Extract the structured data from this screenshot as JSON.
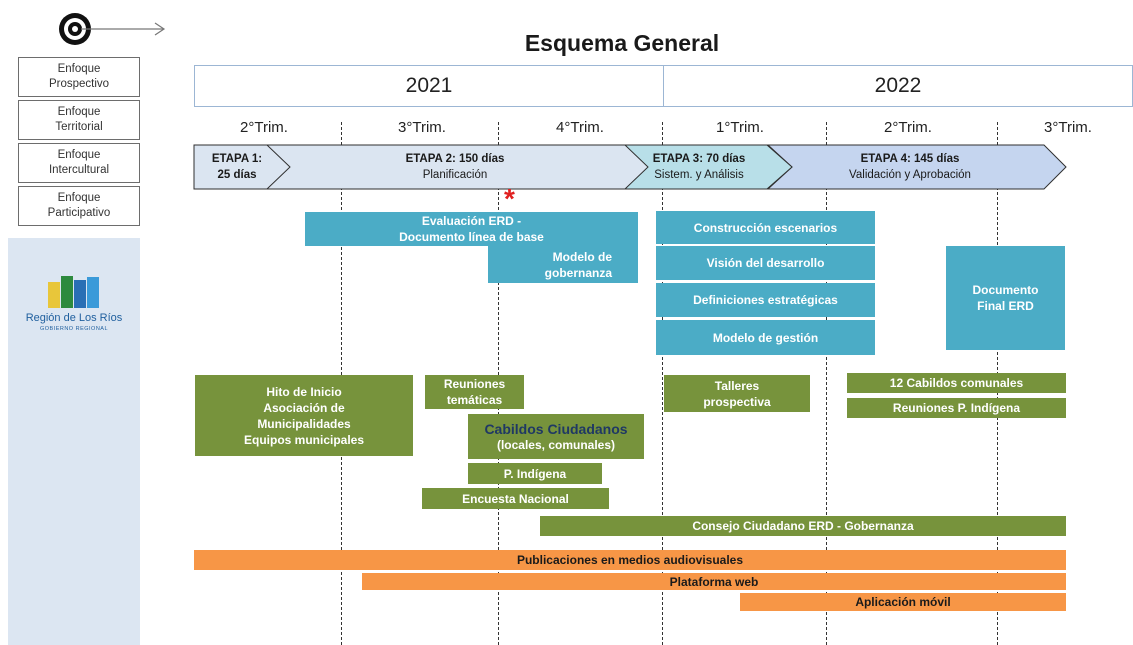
{
  "title": "Esquema General",
  "approaches": [
    {
      "line1": "Enfoque",
      "line2": "Prospectivo"
    },
    {
      "line1": "Enfoque",
      "line2": "Territorial"
    },
    {
      "line1": "Enfoque",
      "line2": "Intercultural"
    },
    {
      "line1": "Enfoque",
      "line2": "Participativo"
    }
  ],
  "logo": {
    "name": "Región de Los Ríos",
    "subtitle": "GOBIERNO REGIONAL"
  },
  "years": [
    "2021",
    "2022"
  ],
  "quarters": [
    "2°Trim.",
    "3°Trim.",
    "4°Trim.",
    "1°Trim.",
    "2°Trim.",
    "3°Trim."
  ],
  "stages": [
    {
      "title": "ETAPA 1:",
      "subtitle": "25 días"
    },
    {
      "title": "ETAPA 2: 150 días",
      "subtitle": "Planificación"
    },
    {
      "title": "ETAPA 3: 70 días",
      "subtitle": "Sistem. y Análisis"
    },
    {
      "title": "ETAPA 4: 145 días",
      "subtitle": "Validación y Aprobación"
    }
  ],
  "marker": "*",
  "activities": {
    "evaluacion": {
      "line1": "Evaluación ERD -",
      "line2": "Documento línea de base"
    },
    "modelo_gobernanza": {
      "line1": "Modelo de",
      "line2": "gobernanza"
    },
    "construccion": "Construcción escenarios",
    "vision": "Visión del desarrollo",
    "definiciones": "Definiciones estratégicas",
    "modelo_gestion": "Modelo de gestión",
    "documento_final": {
      "line1": "Documento",
      "line2": "Final ERD"
    },
    "hito": {
      "line1": "Hito de Inicio",
      "line2": "Asociación de",
      "line3": "Municipalidades",
      "line4": "Equipos municipales"
    },
    "reuniones_tematicas": {
      "line1": "Reuniones",
      "line2": "temáticas"
    },
    "cabildos": {
      "line1": "Cabildos Ciudadanos",
      "line2": "(locales, comunales)"
    },
    "p_indigena": "P. Indígena",
    "encuesta": "Encuesta Nacional",
    "talleres": {
      "line1": "Talleres",
      "line2": "prospectiva"
    },
    "cabildos_comunales": "12 Cabildos comunales",
    "reuniones_indigena": "Reuniones P. Indígena",
    "consejo": "Consejo Ciudadano ERD - Gobernanza",
    "publicaciones": "Publicaciones en medios audiovisuales",
    "plataforma": "Plataforma web",
    "aplicacion": "Aplicación móvil"
  },
  "colors": {
    "teal": "#4bacc6",
    "green": "#77933c",
    "orange": "#f79646",
    "stage_fill": "#dbe5f1"
  }
}
